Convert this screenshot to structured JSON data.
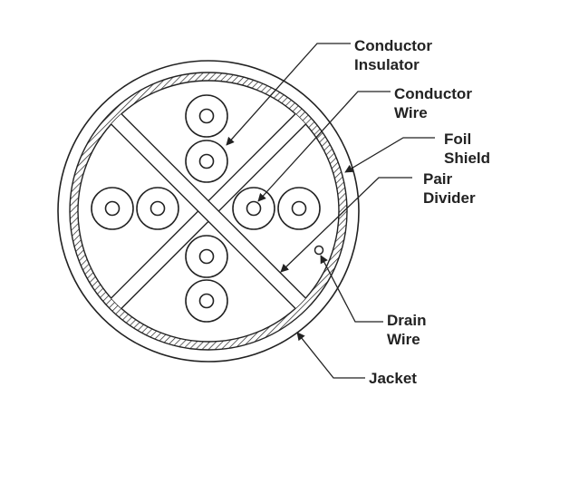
{
  "diagram": {
    "labels": {
      "conductor_insulator": [
        "Conductor",
        "Insulator"
      ],
      "conductor_wire": [
        "Conductor",
        "Wire"
      ],
      "foil_shield": [
        "Foil",
        "Shield"
      ],
      "pair_divider": [
        "Pair",
        "Divider"
      ],
      "drain_wire": [
        "Drain",
        "Wire"
      ],
      "jacket": [
        "Jacket"
      ]
    },
    "colors": {
      "stroke": "#222222",
      "background": "#ffffff"
    }
  }
}
